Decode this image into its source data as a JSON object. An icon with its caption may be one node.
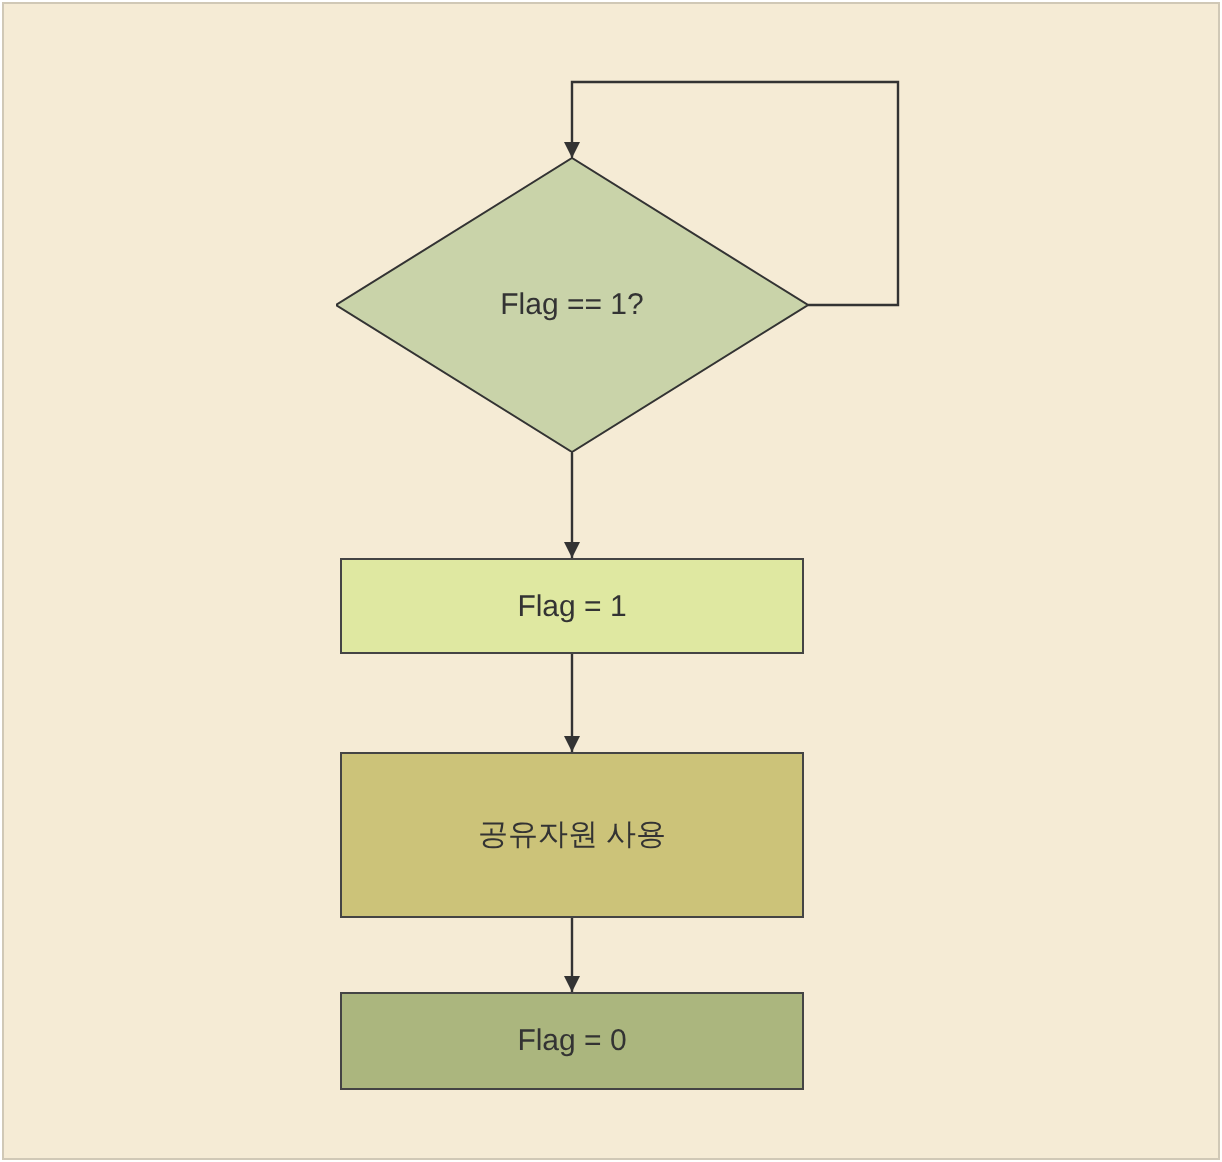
{
  "diagram": {
    "nodes": [
      {
        "text": [
          "Flag == 1?"
        ]
      },
      {
        "text": [
          "Flag = 1"
        ]
      },
      {
        "text": [
          "공유자원 사용"
        ]
      },
      {
        "text": [
          "Flag = 0"
        ]
      }
    ],
    "edges": [
      {
        "from": 0,
        "to": 0,
        "arrow": "to"
      },
      {
        "from": 0,
        "to": 1,
        "arrow": "to"
      },
      {
        "from": 1,
        "to": 2,
        "arrow": "to"
      },
      {
        "from": 2,
        "to": 3,
        "arrow": "to"
      }
    ]
  }
}
